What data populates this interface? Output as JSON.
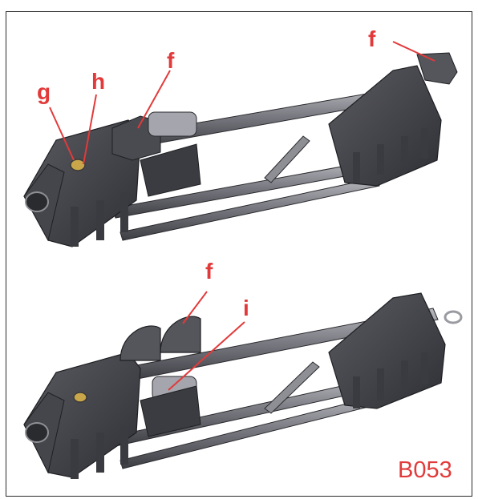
{
  "figure": {
    "code": "B053",
    "colors": {
      "label": "#e23a3a",
      "metal_dark": "#3a3b40",
      "metal_mid": "#6d6e74",
      "metal_light": "#a9aab0",
      "frame": "#2b2b2b"
    },
    "upper_view": {
      "labels": [
        {
          "id": "g",
          "text": "g"
        },
        {
          "id": "h",
          "text": "h"
        },
        {
          "id": "f1",
          "text": "f"
        },
        {
          "id": "f2",
          "text": "f"
        }
      ]
    },
    "lower_view": {
      "labels": [
        {
          "id": "f3",
          "text": "f"
        },
        {
          "id": "i",
          "text": "i"
        }
      ]
    }
  }
}
